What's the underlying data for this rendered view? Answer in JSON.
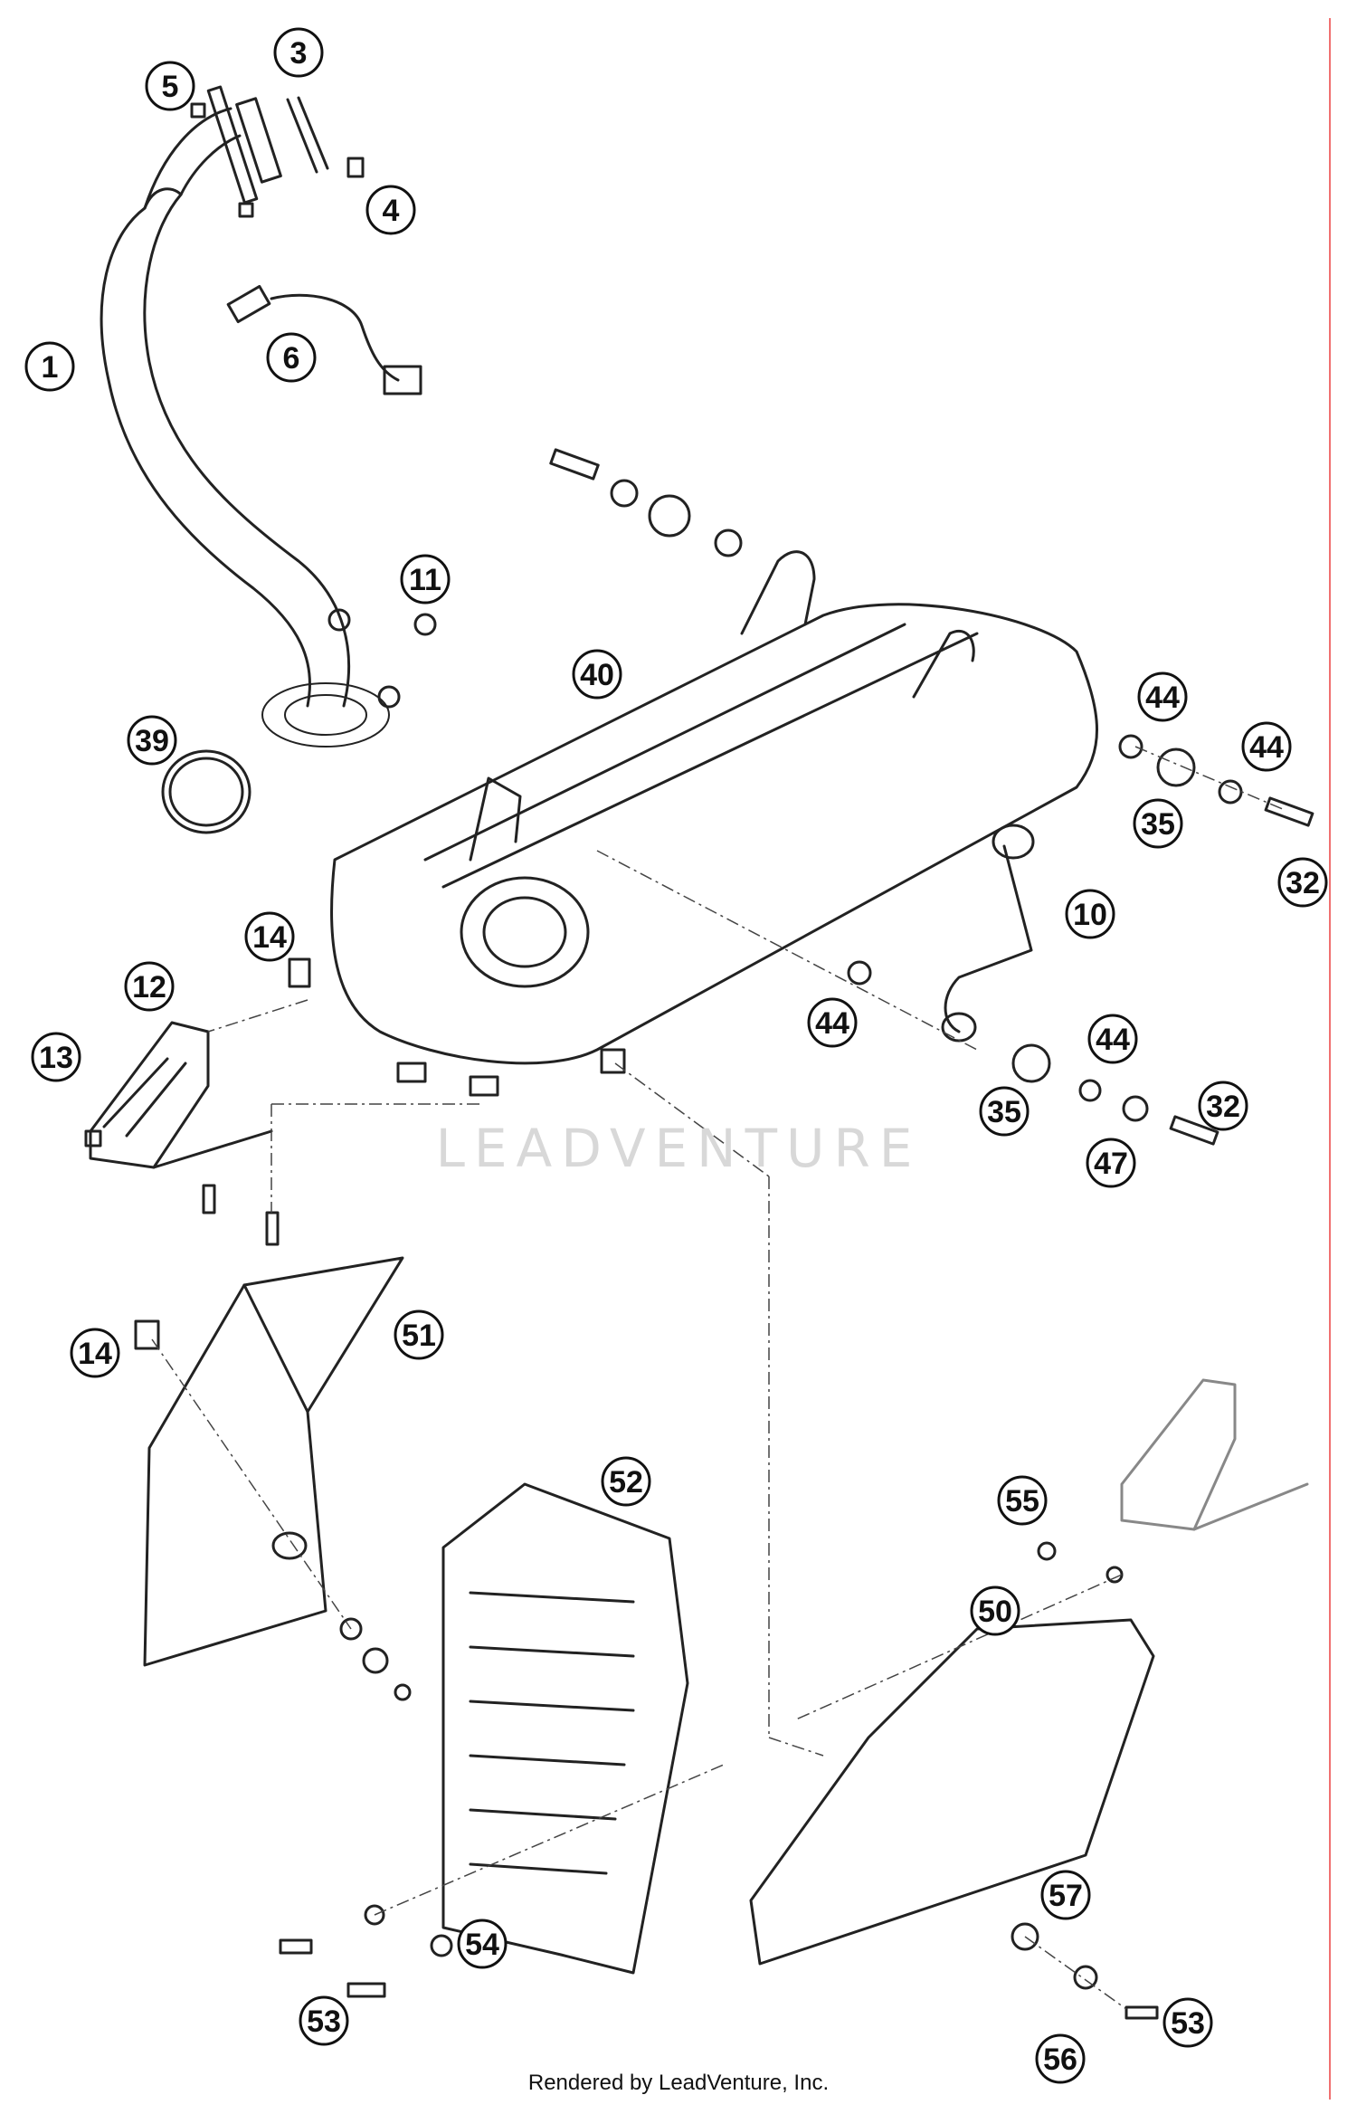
{
  "diagram": {
    "watermark": "LEADVENTURE",
    "footer": "Rendered by LeadVenture, Inc.",
    "accent_line_color": "#f07070",
    "callouts": [
      "5",
      "3",
      "4",
      "1",
      "6",
      "11",
      "40",
      "39",
      "44",
      "44",
      "35",
      "32",
      "14",
      "12",
      "13",
      "10",
      "44",
      "44",
      "35",
      "47",
      "32",
      "14",
      "51",
      "52",
      "55",
      "50",
      "57",
      "54",
      "53",
      "56",
      "53"
    ]
  }
}
